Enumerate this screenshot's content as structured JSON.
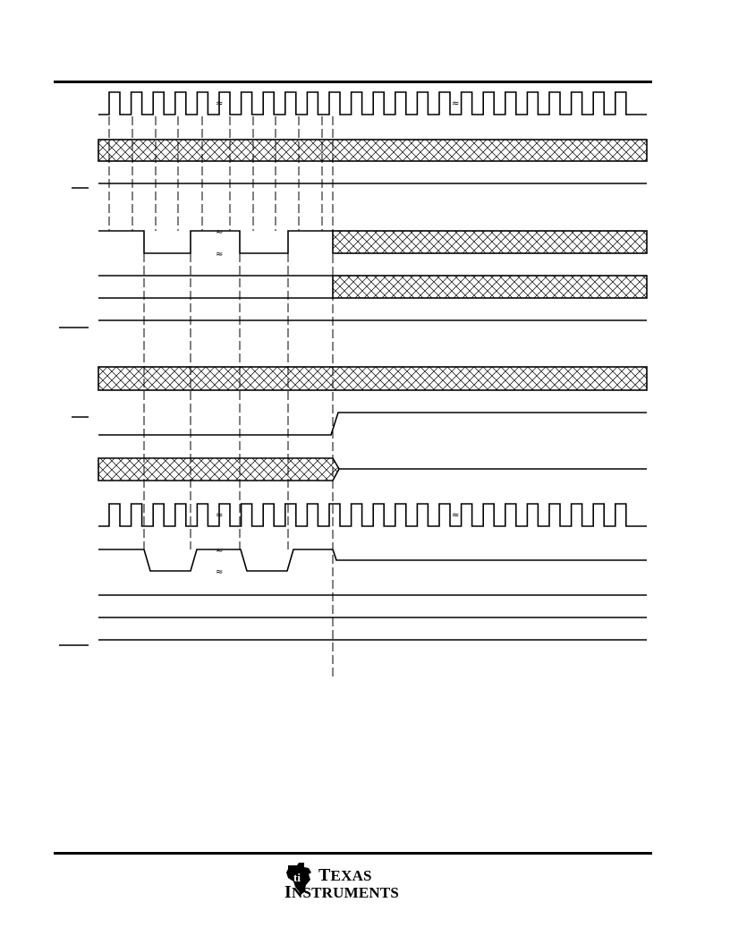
{
  "page": {
    "footer_logo": {
      "company_line1": "Texas",
      "company_line2": "Instruments",
      "icon": "ti-state-logo-icon"
    }
  },
  "diagram": {
    "type": "timing-diagram",
    "signals": [
      {
        "id": "clock-1",
        "kind": "clock"
      },
      {
        "id": "bus-1",
        "kind": "bus-unknown"
      },
      {
        "id": "active-low-1",
        "kind": "level-high",
        "overbar": true
      },
      {
        "id": "data-1",
        "kind": "data-pulses"
      },
      {
        "id": "data-2",
        "kind": "level-then-hatched"
      },
      {
        "id": "active-low-2",
        "kind": "level-high",
        "overbar": true
      },
      {
        "id": "bus-2",
        "kind": "bus-unknown"
      },
      {
        "id": "active-low-3",
        "kind": "rising-edge",
        "overbar": true
      },
      {
        "id": "bus-3",
        "kind": "hatched-then-high"
      },
      {
        "id": "clock-2",
        "kind": "clock"
      },
      {
        "id": "data-3",
        "kind": "data-pulses-slow"
      },
      {
        "id": "level-1",
        "kind": "level"
      },
      {
        "id": "level-2",
        "kind": "level"
      },
      {
        "id": "active-low-4",
        "kind": "level-high",
        "overbar": true
      }
    ],
    "break_symbol": "≈"
  }
}
